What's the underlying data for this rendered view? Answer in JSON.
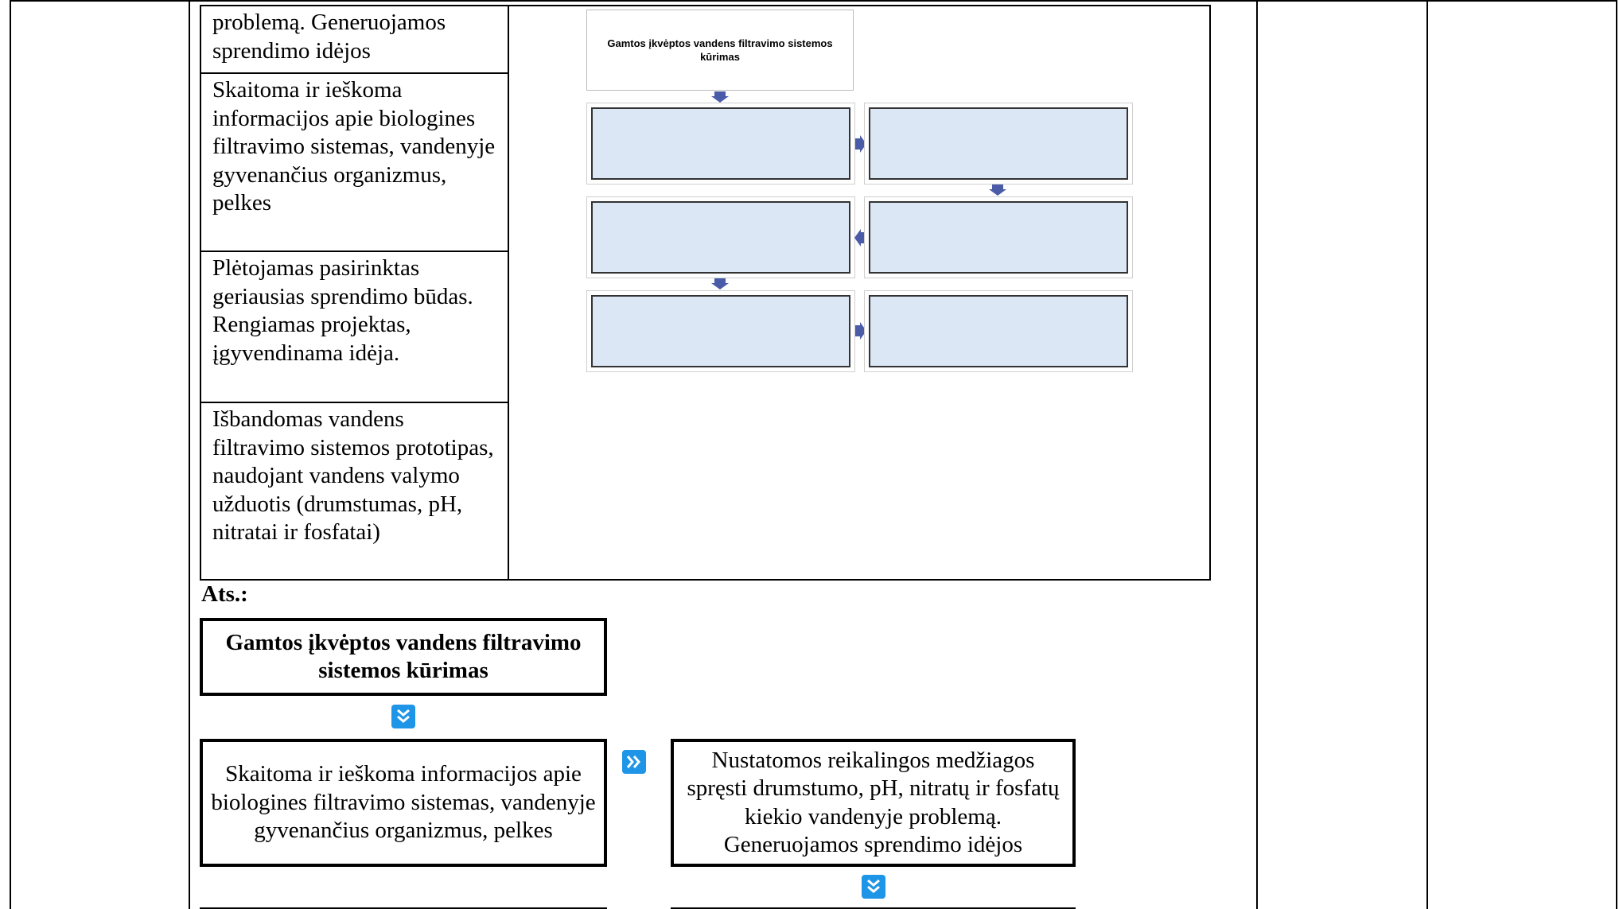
{
  "steps_table": {
    "cells": [
      "problemą. Generuojamos sprendimo idėjos",
      "Skaitoma ir ieškoma informacijos apie biologines filtravimo sistemas, vandenyje gyvenančius organizmus, pelkes",
      "Plėtojamas pasirinktas geriausias sprendimo būdas. Rengiamas projektas, įgyvendinama idėja.",
      "Išbandomas vandens filtravimo sistemos prototipas, naudojant vandens valymo užduotis (drumstumas, pH, nitratai ir fosfatai)"
    ]
  },
  "template_diagram": {
    "title": "Gamtos įkvėptos vandens filtravimo sistemos kūrimas",
    "empty_boxes": 6,
    "fill_color": "#dce7f5",
    "arrow_color": "#4a5ba8"
  },
  "answer": {
    "label": "Ats.:",
    "title_box": "Gamtos įkvėptos vandens filtravimo sistemos kūrimas",
    "box_1": "Skaitoma ir ieškoma informacijos apie biologines filtravimo sistemas, vandenyje gyvenančius organizmus, pelkes",
    "box_2": "Nustatomos reikalingos medžiagos spręsti drumstumo, pH, nitratų ir fosfatų kiekio vandenyje problemą. Generuojamos sprendimo idėjos",
    "icon_color": "#1f95e8",
    "icons": [
      "double-chevron-down-icon",
      "double-chevron-right-icon",
      "double-chevron-down-icon"
    ]
  }
}
